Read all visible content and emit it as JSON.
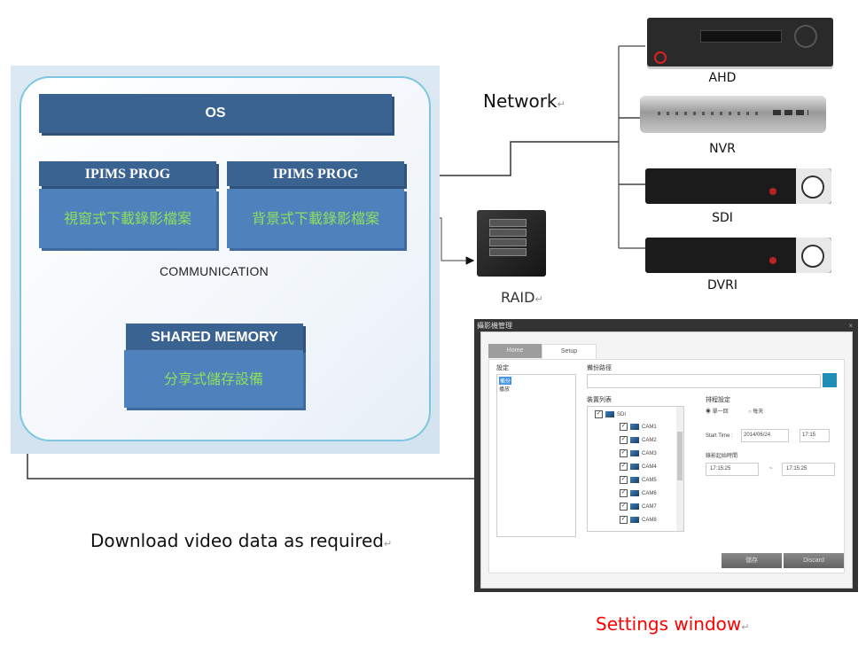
{
  "architecture": {
    "os_label": "OS",
    "prog_left": {
      "title": "IPIMS PROG",
      "subtitle": "視窗式下載錄影檔案"
    },
    "prog_right": {
      "title": "IPIMS PROG",
      "subtitle": "背景式下載錄影檔案"
    },
    "communication_label": "COMMUNICATION",
    "shared_memory": {
      "title": "SHARED MEMORY",
      "subtitle": "分享式儲存設備"
    }
  },
  "labels": {
    "network": "Network",
    "raid": "RAID",
    "download": "Download video data as required",
    "settings_window": "Settings window",
    "pilcrow": "↵"
  },
  "colors": {
    "dark_bar": "#3b6391",
    "light_bar": "#4f81bd",
    "chinese_text": "#8de05a",
    "settings_label": "#ff0000",
    "panel_border": "#7ec6e0"
  },
  "devices": [
    {
      "name": "AHD"
    },
    {
      "name": "NVR"
    },
    {
      "name": "SDI"
    },
    {
      "name": "DVRI"
    }
  ],
  "settings_window": {
    "title": "攝影機管理",
    "close_icon": "×",
    "tabs": [
      {
        "label": "Home",
        "active": false
      },
      {
        "label": "Setup",
        "active": true
      }
    ],
    "settings_group": {
      "title": "設定",
      "items": [
        {
          "label": "備份",
          "selected": true
        },
        {
          "label": "播放",
          "selected": false
        }
      ]
    },
    "path_group": {
      "title": "備份路徑",
      "value": "",
      "browse_icon": "folder-browse"
    },
    "device_list": {
      "title": "裝置列表",
      "root": {
        "label": "SDI",
        "checked": true
      },
      "cameras": [
        {
          "label": "CAM1",
          "checked": true
        },
        {
          "label": "CAM2",
          "checked": true
        },
        {
          "label": "CAM3",
          "checked": true
        },
        {
          "label": "CAM4",
          "checked": true
        },
        {
          "label": "CAM5",
          "checked": true
        },
        {
          "label": "CAM6",
          "checked": true
        },
        {
          "label": "CAM7",
          "checked": true
        },
        {
          "label": "CAM8",
          "checked": true
        }
      ]
    },
    "schedule": {
      "title": "排程設定",
      "options": [
        {
          "label": "單一回",
          "selected": true
        },
        {
          "label": "每天",
          "selected": false
        }
      ],
      "start_time_label": "Start Time :",
      "start_date": "2014/06/24",
      "start_time": "17:15",
      "range_label": "錄影起始時間",
      "range_from": "17:15:25",
      "range_sep": "~",
      "range_to": "17:15:25"
    },
    "buttons": {
      "save": "儲存",
      "discard": "Discard"
    }
  }
}
